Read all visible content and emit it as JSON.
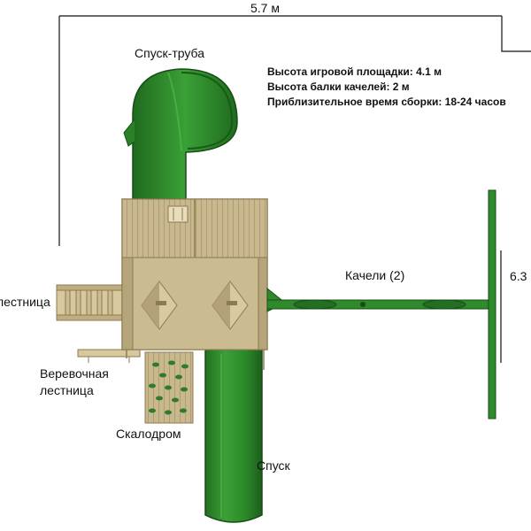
{
  "dimensions": {
    "width": "5.7 м",
    "depth": "6.3"
  },
  "labels": {
    "tube_slide": "Спуск-труба",
    "ladder": "лестница",
    "rope_ladder_line1": "Веревочная",
    "rope_ladder_line2": "лестница",
    "climbing_wall": "Скалодром",
    "slide": "Спуск",
    "swings": "Качели (2)"
  },
  "specs": [
    "Высота игровой площадки:  4.1 м",
    "Высота балки качелей: 2 м",
    "Приблизительное время сборки: 18-24 часов"
  ],
  "colors": {
    "green": "#2f8a2c",
    "green_dark": "#1f5e1d",
    "wood": "#c7b58a",
    "wood_dark": "#8c7a52"
  }
}
